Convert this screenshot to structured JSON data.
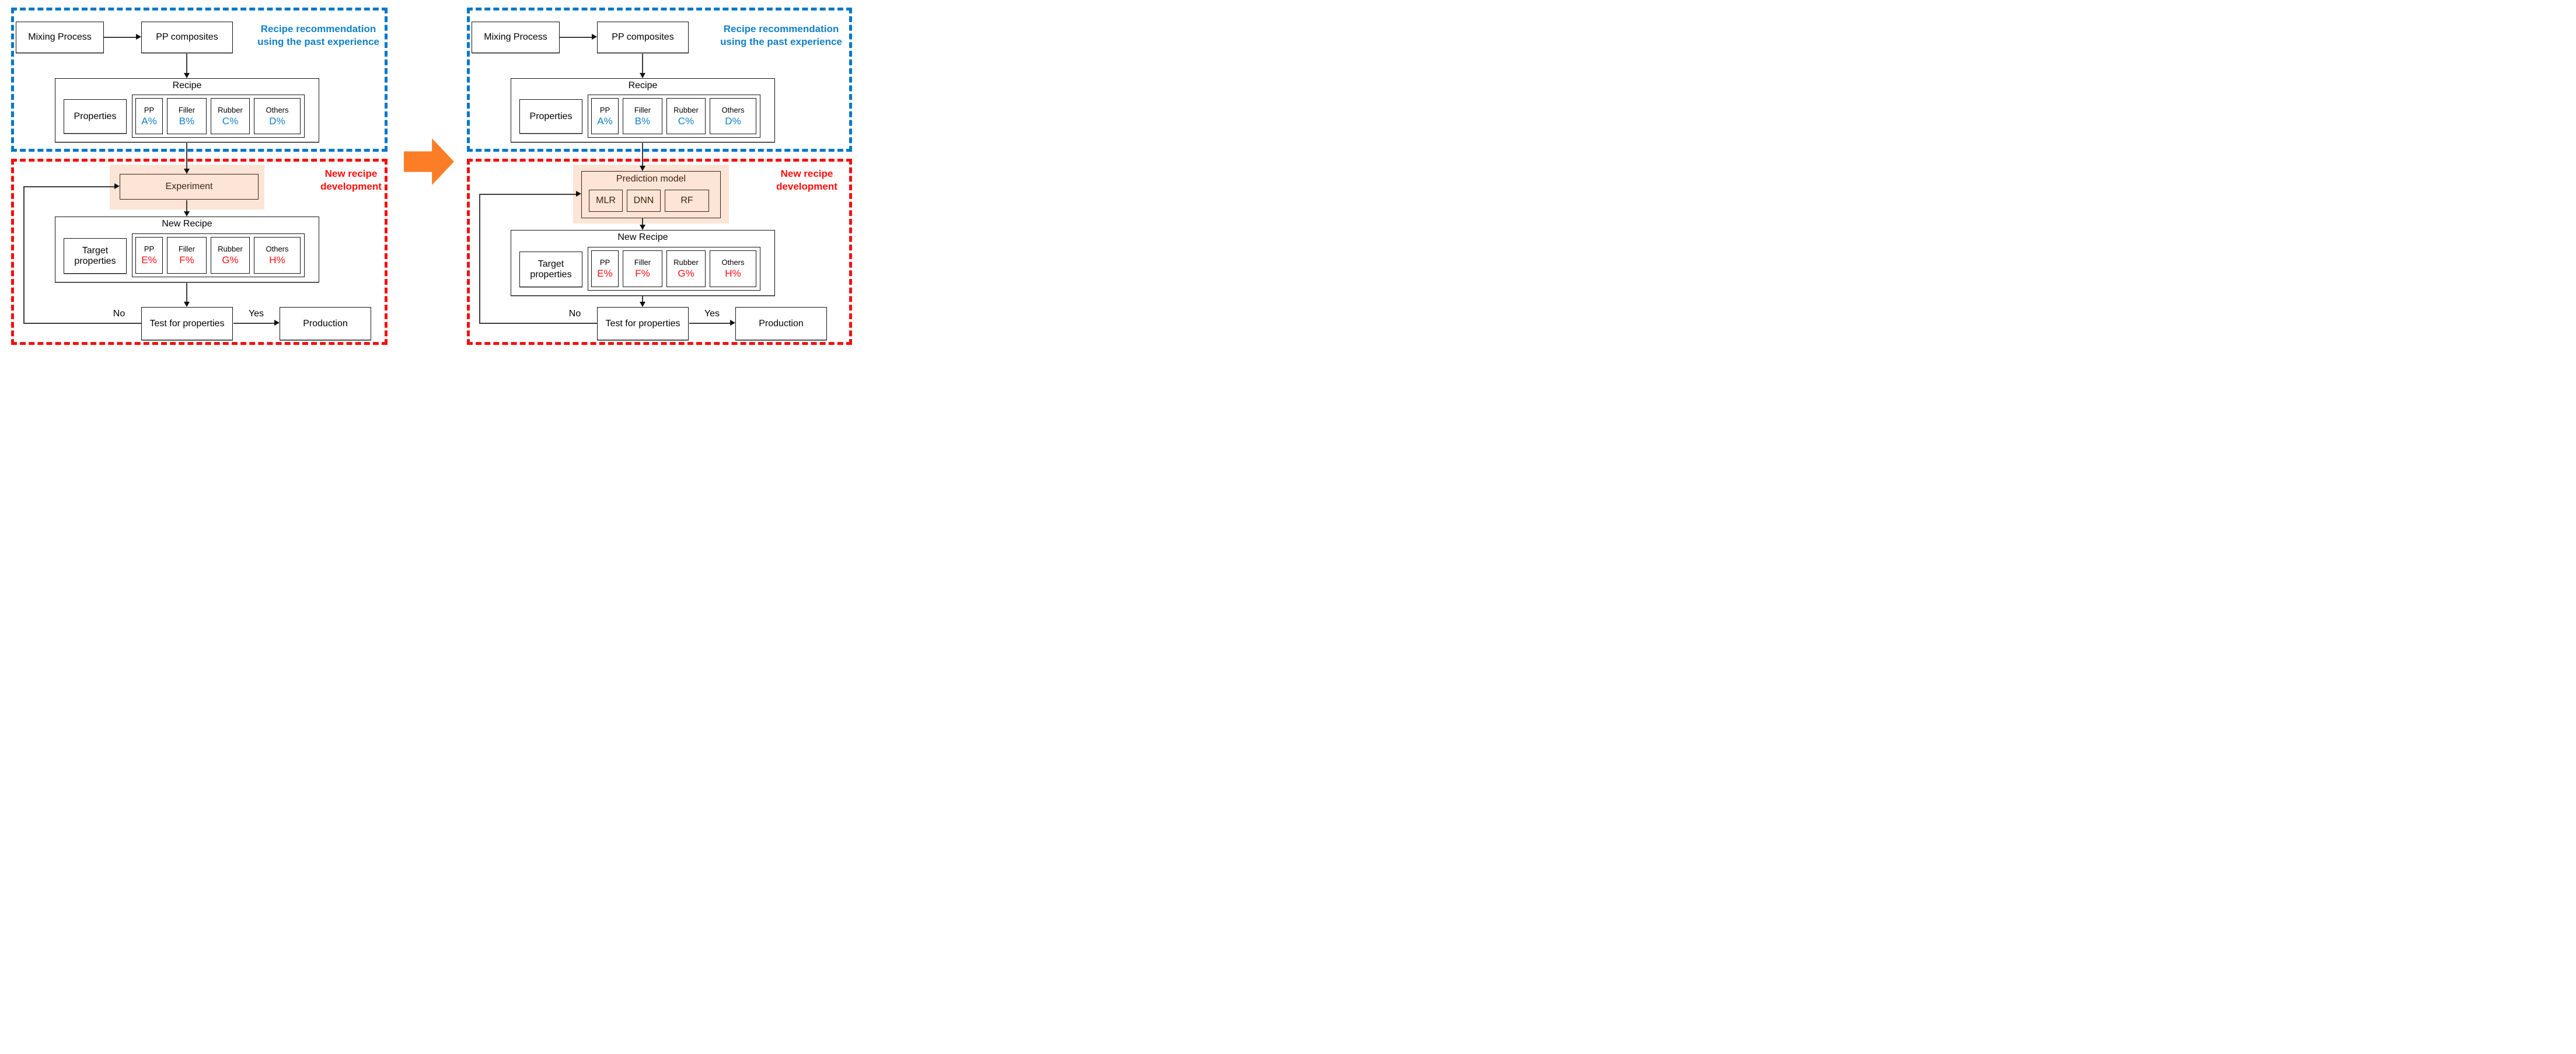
{
  "colors": {
    "blue_dash": "#0077c8",
    "blue_text": "#1080c8",
    "red_dash": "#f50f0f",
    "red_text": "#fb0d0d",
    "orange": "#fb7e26",
    "peach": "#fce5d6",
    "brown": "#3f2410",
    "line": "#3d3d3d"
  },
  "panels": [
    {
      "name": "conventional-development",
      "captions": {
        "blue": [
          "Recipe recommendation",
          "using the past experience"
        ],
        "red": [
          "New recipe",
          "development"
        ]
      },
      "mixing_label": "Mixing Process",
      "composites_label": "PP composites",
      "recipe": {
        "title": "Recipe",
        "properties_label": "Properties",
        "components": [
          {
            "name": "PP",
            "value": "A%"
          },
          {
            "name": "Filler",
            "value": "B%"
          },
          {
            "name": "Rubber",
            "value": "C%"
          },
          {
            "name": "Others",
            "value": "D%"
          }
        ]
      },
      "process": {
        "title": "Experiment",
        "models": []
      },
      "new_recipe": {
        "title": "New Recipe",
        "properties_label": "Target properties",
        "components": [
          {
            "name": "PP",
            "value": "E%"
          },
          {
            "name": "Filler",
            "value": "F%"
          },
          {
            "name": "Rubber",
            "value": "G%"
          },
          {
            "name": "Others",
            "value": "H%"
          }
        ]
      },
      "test_label": "Test for properties",
      "production_label": "Production",
      "no_label": "No",
      "yes_label": "Yes"
    },
    {
      "name": "ml-assisted-development",
      "captions": {
        "blue": [
          "Recipe recommendation",
          "using the past experience"
        ],
        "red": [
          "New recipe",
          "development"
        ]
      },
      "mixing_label": "Mixing Process",
      "composites_label": "PP composites",
      "recipe": {
        "title": "Recipe",
        "properties_label": "Properties",
        "components": [
          {
            "name": "PP",
            "value": "A%"
          },
          {
            "name": "Filler",
            "value": "B%"
          },
          {
            "name": "Rubber",
            "value": "C%"
          },
          {
            "name": "Others",
            "value": "D%"
          }
        ]
      },
      "process": {
        "title": "Prediction model",
        "models": [
          "MLR",
          "DNN",
          "RF"
        ]
      },
      "new_recipe": {
        "title": "New Recipe",
        "properties_label": "Target properties",
        "components": [
          {
            "name": "PP",
            "value": "E%"
          },
          {
            "name": "Filler",
            "value": "F%"
          },
          {
            "name": "Rubber",
            "value": "G%"
          },
          {
            "name": "Others",
            "value": "H%"
          }
        ]
      },
      "test_label": "Test for properties",
      "production_label": "Production",
      "no_label": "No",
      "yes_label": "Yes"
    }
  ]
}
